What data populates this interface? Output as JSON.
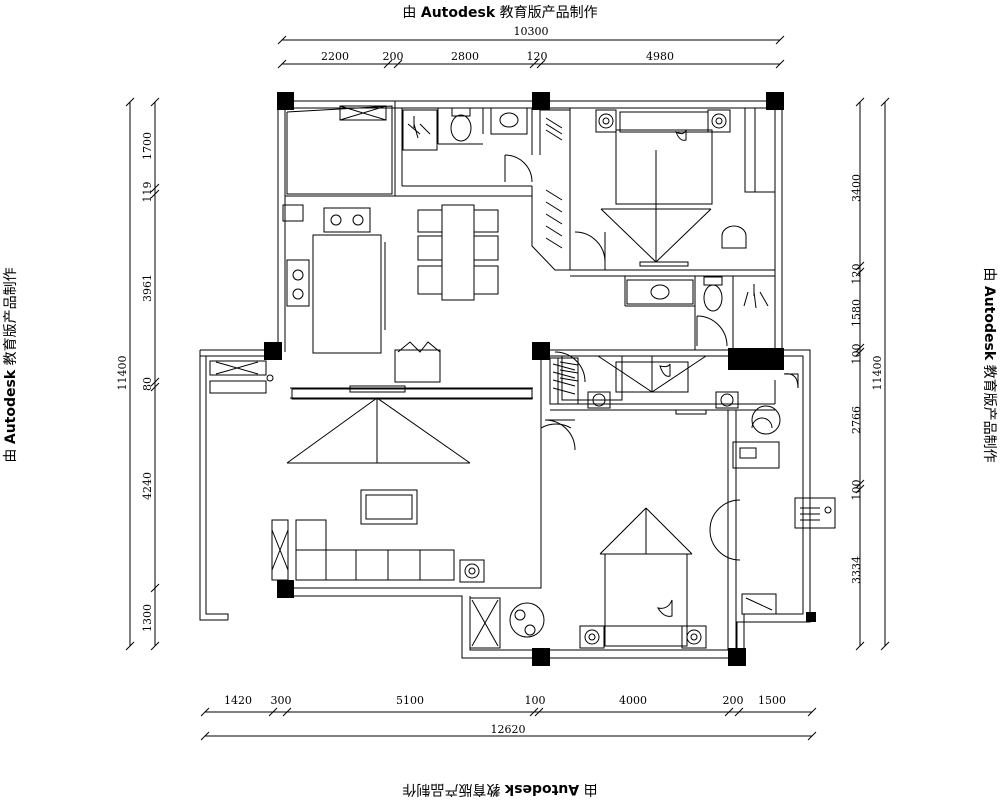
{
  "watermark": {
    "prefix": "由",
    "brand": "Autodesk",
    "suffix": "教育版产品制作"
  },
  "dimensions": {
    "top_total": "10300",
    "top_segments": [
      "2200",
      "200",
      "2800",
      "120",
      "4980"
    ],
    "bottom_total": "12620",
    "bottom_segments": [
      "1420",
      "300",
      "5100",
      "100",
      "4000",
      "200",
      "1500"
    ],
    "left_total": "11400",
    "left_segments": [
      "1700",
      "119",
      "3961",
      "80",
      "4240",
      "1300"
    ],
    "right_total": "11400",
    "right_segments": [
      "3400",
      "120",
      "1580",
      "100",
      "2766",
      "100",
      "3334"
    ]
  }
}
